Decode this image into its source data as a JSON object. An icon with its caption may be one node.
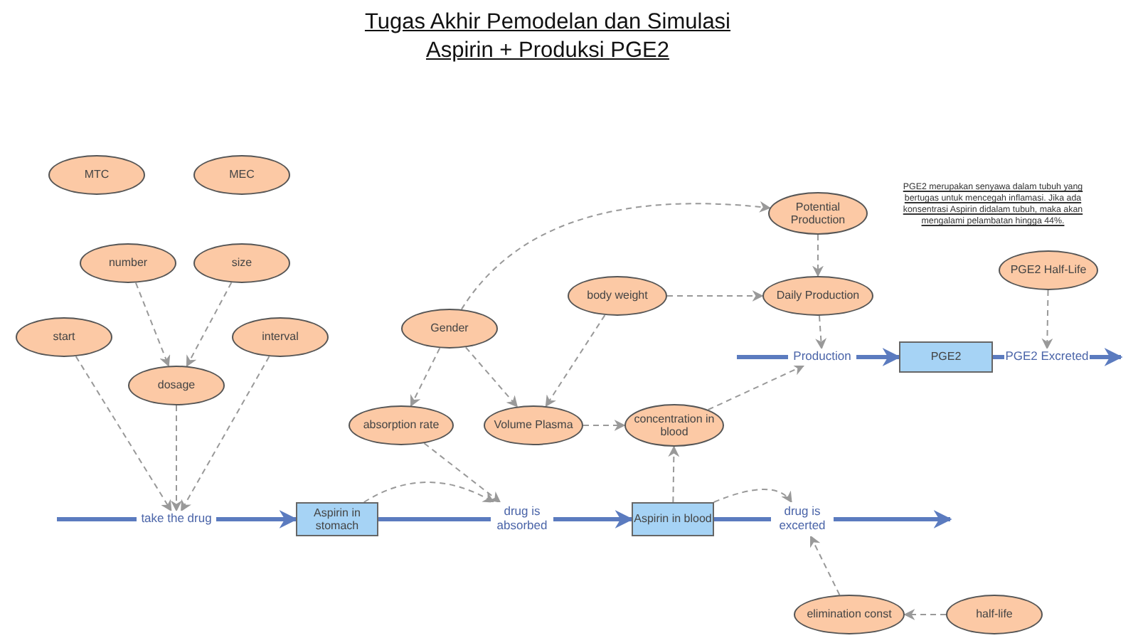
{
  "diagram": {
    "title": "Tugas Akhir Pemodelan dan Simulasi Aspirin + Produksi PGE2",
    "nodes": [
      {
        "text": [
          "MTC"
        ]
      },
      {
        "text": [
          "MEC"
        ]
      },
      {
        "text": [
          "Potential Production"
        ]
      },
      {
        "text": [
          "number"
        ]
      },
      {
        "text": [
          "size"
        ]
      },
      {
        "text": [
          "body weight"
        ]
      },
      {
        "text": [
          "Daily Production"
        ]
      },
      {
        "text": [
          "PGE2 Half-Life"
        ]
      },
      {
        "text": [
          "start"
        ]
      },
      {
        "text": [
          "interval"
        ]
      },
      {
        "text": [
          "Gender"
        ]
      },
      {
        "text": [
          "dosage"
        ]
      },
      {
        "text": [
          "Production"
        ]
      },
      {
        "text": [
          "PGE2"
        ]
      },
      {
        "text": [
          "PGE2 Excreted"
        ]
      },
      {
        "text": [
          "absorption rate"
        ]
      },
      {
        "text": [
          "Volume Plasma"
        ]
      },
      {
        "text": [
          "concentration in blood"
        ]
      },
      {
        "text": [
          "take the drug"
        ]
      },
      {
        "text": [
          "Aspirin in stomach"
        ]
      },
      {
        "text": [
          "drug is absorbed"
        ]
      },
      {
        "text": [
          "Aspirin in blood"
        ]
      },
      {
        "text": [
          "drug is excerted"
        ]
      },
      {
        "text": [
          "elimination const"
        ]
      },
      {
        "text": [
          "half-life"
        ]
      }
    ],
    "edges": [
      {
        "from": null,
        "to": 18,
        "arrow": "none",
        "style": "thick",
        "color": "#5b7bbf"
      },
      {
        "from": 18,
        "to": 19,
        "arrow": "to",
        "style": "thick",
        "color": "#5b7bbf"
      },
      {
        "from": 19,
        "to": 20,
        "arrow": "none",
        "style": "thick",
        "color": "#5b7bbf"
      },
      {
        "from": 20,
        "to": 21,
        "arrow": "to",
        "style": "thick",
        "color": "#5b7bbf"
      },
      {
        "from": 21,
        "to": 22,
        "arrow": "none",
        "style": "thick",
        "color": "#5b7bbf"
      },
      {
        "from": 22,
        "to": null,
        "arrow": "to",
        "style": "thick",
        "color": "#5b7bbf"
      },
      {
        "from": null,
        "to": 12,
        "arrow": "none",
        "style": "thick",
        "color": "#5b7bbf"
      },
      {
        "from": 12,
        "to": 13,
        "arrow": "to",
        "style": "thick",
        "color": "#5b7bbf"
      },
      {
        "from": 13,
        "to": 14,
        "arrow": "none",
        "style": "thick",
        "color": "#5b7bbf"
      },
      {
        "from": 14,
        "to": null,
        "arrow": "to",
        "style": "thick",
        "color": "#5b7bbf"
      },
      {
        "from": 3,
        "to": 11,
        "arrow": "to",
        "style": "dashed"
      },
      {
        "from": 4,
        "to": 11,
        "arrow": "to",
        "style": "dashed"
      },
      {
        "from": 8,
        "to": 18,
        "arrow": "to",
        "style": "dashed"
      },
      {
        "from": 11,
        "to": 18,
        "arrow": "to",
        "style": "dashed"
      },
      {
        "from": 9,
        "to": 18,
        "arrow": "to",
        "style": "dashed"
      },
      {
        "from": 10,
        "to": 15,
        "arrow": "to",
        "style": "dashed"
      },
      {
        "from": 10,
        "to": 16,
        "arrow": "to",
        "style": "dashed"
      },
      {
        "from": 10,
        "to": 2,
        "arrow": "to",
        "style": "dashed"
      },
      {
        "from": 5,
        "to": 16,
        "arrow": "to",
        "style": "dashed"
      },
      {
        "from": 5,
        "to": 6,
        "arrow": "to",
        "style": "dashed"
      },
      {
        "from": 2,
        "to": 6,
        "arrow": "to",
        "style": "dashed"
      },
      {
        "from": 6,
        "to": 12,
        "arrow": "to",
        "style": "dashed"
      },
      {
        "from": 17,
        "to": 12,
        "arrow": "to",
        "style": "dashed"
      },
      {
        "from": 16,
        "to": 17,
        "arrow": "to",
        "style": "dashed"
      },
      {
        "from": 21,
        "to": 17,
        "arrow": "to",
        "style": "dashed"
      },
      {
        "from": 15,
        "to": 20,
        "arrow": "to",
        "style": "dashed"
      },
      {
        "from": 19,
        "to": 20,
        "arrow": "to",
        "style": "dashed"
      },
      {
        "from": 21,
        "to": 22,
        "arrow": "to",
        "style": "dashed"
      },
      {
        "from": 23,
        "to": 22,
        "arrow": "to",
        "style": "dashed"
      },
      {
        "from": 24,
        "to": 23,
        "arrow": "to",
        "style": "dashed"
      },
      {
        "from": 7,
        "to": 14,
        "arrow": "to",
        "style": "dashed"
      }
    ],
    "labels": [
      "PGE2 merupakan senyawa dalam tubuh yang bertugas untuk mencegah inflamasi. Jika ada konsentrasi Aspirin didalam tubuh, maka akan mengalami pelambatan hingga 44%."
    ]
  }
}
